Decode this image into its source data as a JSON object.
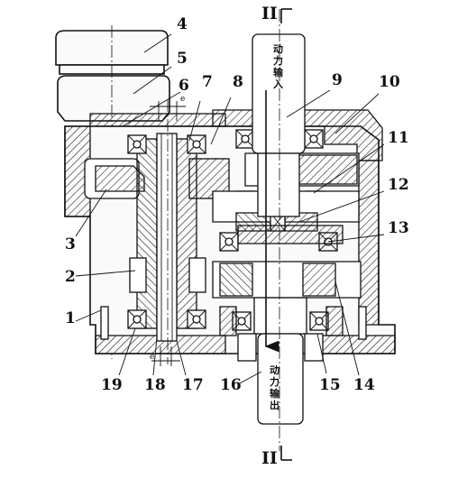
{
  "part_labels": [
    "1",
    "2",
    "3",
    "4",
    "5",
    "6",
    "7",
    "8",
    "9",
    "10",
    "11",
    "12",
    "13",
    "14",
    "15",
    "16",
    "17",
    "18",
    "19"
  ],
  "section_marker": "II",
  "input_text": "动力输入",
  "output_text": "动力输出",
  "dim_mark": "e",
  "icons": [
    "bearing-icon",
    "arrow-down-icon"
  ]
}
